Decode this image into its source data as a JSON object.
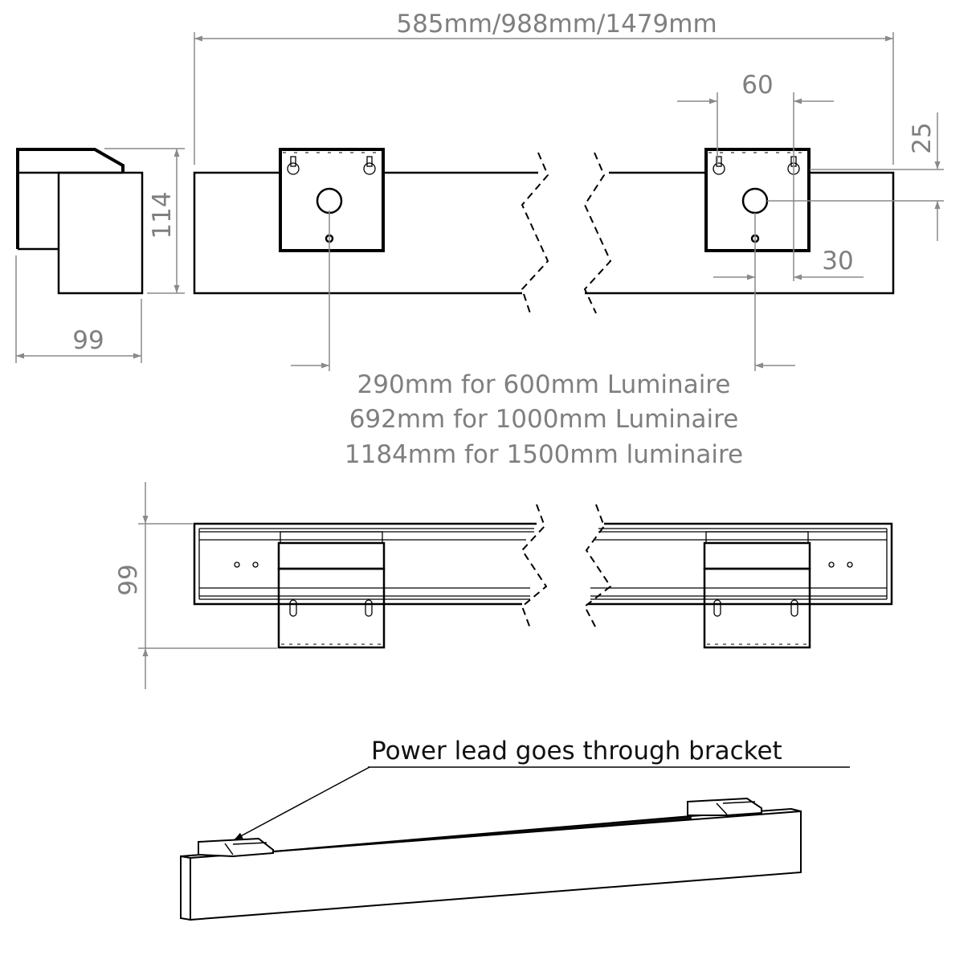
{
  "dimensions": {
    "overall_length": "585mm/988mm/1479mm",
    "side_width": "99",
    "side_height": "114",
    "keyhole_spacing": "60",
    "keyhole_offset": "25",
    "hole_offset": "30",
    "plan_depth": "99",
    "bracket_centres": [
      "290mm for 600mm Luminaire",
      "692mm for 1000mm Luminaire",
      "1184mm for 1500mm luminaire"
    ]
  },
  "annotation": {
    "power_lead_note": "Power lead goes through bracket"
  }
}
